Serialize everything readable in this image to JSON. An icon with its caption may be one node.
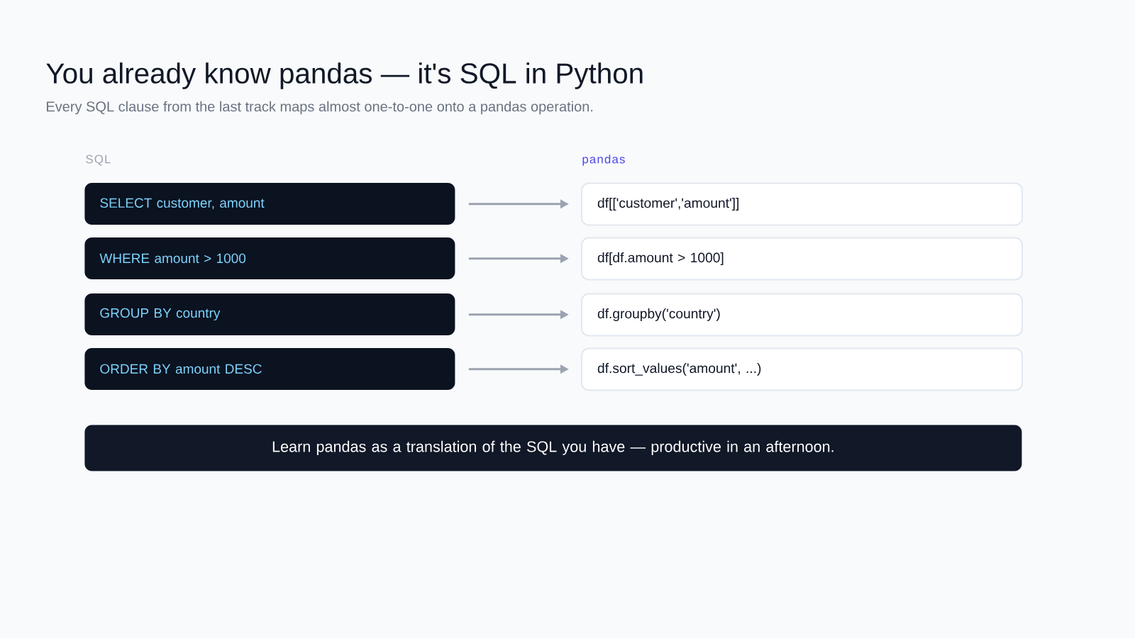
{
  "diagram": {
    "title": "You already know pandas — it's SQL in Python",
    "nodes": [
      {
        "text": [
          "SELECT customer, amount"
        ]
      },
      {
        "text": [
          "df[['customer','amount']]"
        ]
      },
      {
        "text": [
          "WHERE amount > 1000"
        ]
      },
      {
        "text": [
          "df[df.amount > 1000]"
        ]
      },
      {
        "text": [
          "GROUP BY country"
        ]
      },
      {
        "text": [
          "df.groupby('country')"
        ]
      },
      {
        "text": [
          "ORDER BY amount DESC"
        ]
      },
      {
        "text": [
          "df.sort_values('amount', ...)"
        ]
      },
      {
        "text": [
          "Learn pandas as a translation of the SQL you have — productive in an afternoon."
        ]
      }
    ],
    "edges": [
      {
        "from": 0,
        "to": 1,
        "arrow": "to"
      },
      {
        "from": 2,
        "to": 3,
        "arrow": "to"
      },
      {
        "from": 4,
        "to": 5,
        "arrow": "to"
      },
      {
        "from": 6,
        "to": 7,
        "arrow": "to"
      }
    ],
    "labels": [
      "Every SQL clause from the last track maps almost one-to-one onto a pandas operation.",
      "SQL",
      "pandas"
    ]
  }
}
